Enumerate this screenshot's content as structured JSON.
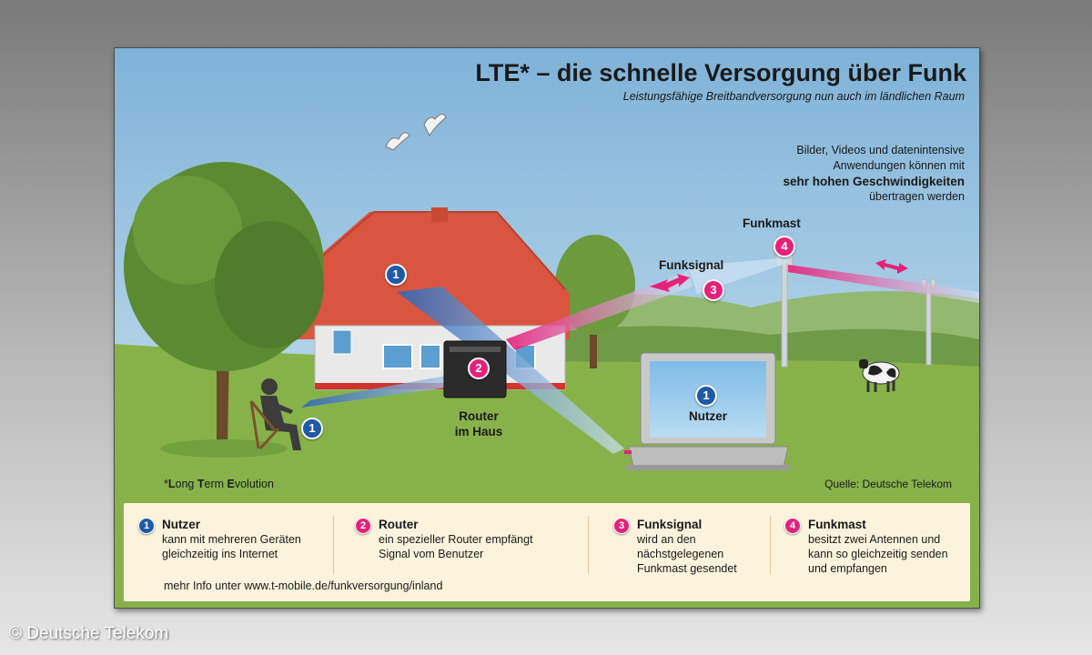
{
  "title": "LTE* – die schnelle Versorgung über Funk",
  "subtitle": "Leistungsfähige Breitbandversorgung nun auch im ländlichen Raum",
  "info": {
    "line1": "Bilder, Videos und datenintensive",
    "line2": "Anwendungen können mit",
    "bold": "sehr hohen Geschwindigkeiten",
    "line4": "übertragen werden"
  },
  "labels": {
    "funkmast": "Funkmast",
    "funksignal": "Funksignal",
    "router_line1": "Router",
    "router_line2": "im Haus",
    "nutzer": "Nutzer"
  },
  "markers": {
    "n1": "1",
    "n2": "2",
    "n3": "3",
    "n4": "4"
  },
  "footnote": {
    "s1": "*",
    "l": "L",
    "ong": "ong ",
    "t": "T",
    "erm": "erm ",
    "e": "E",
    "volution": "volution"
  },
  "source": "Quelle: Deutsche Telekom",
  "legend": [
    {
      "num": "1",
      "title": "Nutzer",
      "lines": [
        "kann mit mehreren Geräten",
        "gleichzeitig ins Internet"
      ]
    },
    {
      "num": "2",
      "title": "Router",
      "lines": [
        "ein spezieller Router empfängt",
        "Signal vom Benutzer"
      ]
    },
    {
      "num": "3",
      "title": "Funksignal",
      "lines": [
        "wird an den",
        "nächstgelegenen",
        "Funkmast gesendet"
      ]
    },
    {
      "num": "4",
      "title": "Funkmast",
      "lines": [
        "besitzt zwei Antennen und",
        "kann so gleichzeitig senden",
        "und empfangen"
      ]
    }
  ],
  "more_info": "mehr Info unter www.t-mobile.de/funkversorgung/inland",
  "copyright": "© Deutsche Telekom",
  "colors": {
    "blue_marker": "#1f5aa6",
    "pink_marker": "#e6217b",
    "sky": "#a8cde5",
    "grass": "#87b24a",
    "roof": "#d9553f"
  }
}
